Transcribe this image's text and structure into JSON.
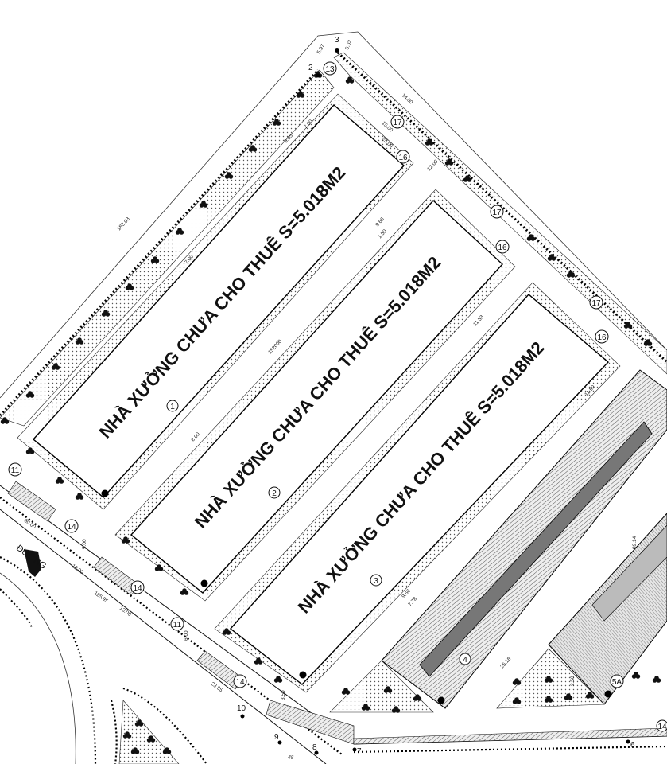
{
  "buildings": [
    {
      "label": "NHÀ XƯỞNG CHƯA CHO THUÊ S=5.018M2",
      "number": "1"
    },
    {
      "label": "NHÀ XƯỞNG CHƯA CHO THUÊ S=5.018M2",
      "number": "2"
    },
    {
      "label": "NHÀ XƯỞNG CHƯA CHO THUÊ S=5.018M2",
      "number": "3"
    },
    {
      "label": "",
      "number": "4"
    },
    {
      "label": "",
      "number": "5A"
    }
  ],
  "badges": [
    "13",
    "17",
    "16",
    "17",
    "16",
    "17",
    "16",
    "11",
    "14",
    "14",
    "11",
    "14",
    "14"
  ],
  "point_numbers": [
    "2",
    "3",
    "10",
    "9",
    "8",
    "7",
    "6"
  ],
  "dimensions": [
    "5.97",
    "6.02",
    "14.00",
    "9.85",
    "7.00",
    "15.00",
    "25.00",
    "12.00",
    "183.03",
    "9.66",
    "1.50",
    "152000",
    "11.50",
    "11.53",
    "9.66",
    "8.00",
    "7.00",
    "5.00",
    "6.00",
    "12.00",
    "125.95",
    "13.00",
    "23.85",
    "45",
    "89.14",
    "25.18",
    "7.78",
    "3.50",
    "2.50",
    "30.00"
  ],
  "street_label": "ĐƯỜNG"
}
